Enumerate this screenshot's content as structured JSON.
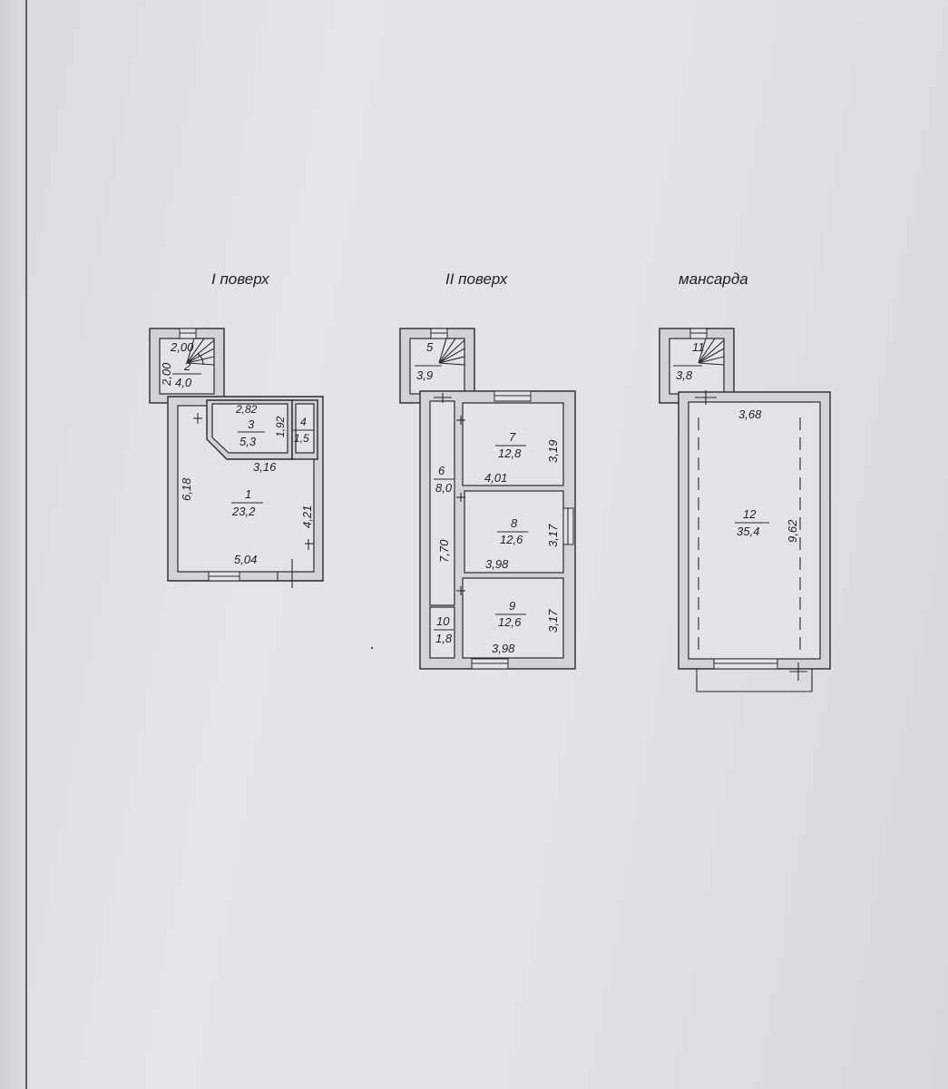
{
  "floors": [
    {
      "title": "I поверх",
      "rooms": [
        {
          "number": "1",
          "area": "23,2"
        },
        {
          "number": "2",
          "area": "4,0"
        },
        {
          "number": "3",
          "area": "5,3"
        },
        {
          "number": "4",
          "area": "1,5"
        }
      ],
      "dimensions": [
        "2,00",
        "2,00",
        "2,82",
        "1,92",
        "3,16",
        "6,18",
        "4,21",
        "5,04"
      ]
    },
    {
      "title": "II поверх",
      "rooms": [
        {
          "number": "5",
          "area": "3,9"
        },
        {
          "number": "6",
          "area": "8,0"
        },
        {
          "number": "7",
          "area": "12,8"
        },
        {
          "number": "8",
          "area": "12,6"
        },
        {
          "number": "9",
          "area": "12,6"
        },
        {
          "number": "10",
          "area": "1,8"
        }
      ],
      "dimensions": [
        "3,19",
        "4,01",
        "7,70",
        "3,17",
        "3,98",
        "3,17",
        "3,98"
      ]
    },
    {
      "title": "мансарда",
      "rooms": [
        {
          "number": "11",
          "area": "3,8"
        },
        {
          "number": "12",
          "area": "35,4"
        }
      ],
      "dimensions": [
        "3,68",
        "9,62"
      ]
    }
  ]
}
